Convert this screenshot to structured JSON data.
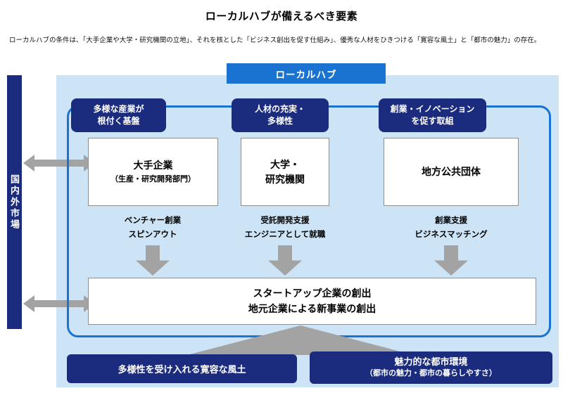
{
  "page": {
    "title": "ローカルハブが備えるべき要素",
    "subtitle": "ローカルハブの条件は、「大手企業や大学・研究機関の立地」、それを核とした「ビジネス創出を促す仕組み」、優秀な人材をひきつける「寛容な風土」と「都市の魅力」の存在。"
  },
  "diagram": {
    "hub_label": "ローカルハブ",
    "market_label": "国内外市場",
    "columns": [
      {
        "tag_line1": "多様な産業が",
        "tag_line2": "根付く基盤",
        "entity_line1": "大手企業",
        "entity_line2": "（生産・研究開発部門）",
        "flow_line1": "ベンチャー創業",
        "flow_line2": "スピンアウト"
      },
      {
        "tag_line1": "人材の充実・",
        "tag_line2": "多様性",
        "entity_line1": "大学・",
        "entity_line2": "研究機関",
        "flow_line1": "受託開発支援",
        "flow_line2": "エンジニアとして就職"
      },
      {
        "tag_line1": "創業・イノベーション",
        "tag_line2": "を促す取組",
        "entity_line1": "地方公共団体",
        "entity_line2": "",
        "flow_line1": "創業支援",
        "flow_line2": "ビジネスマッチング"
      }
    ],
    "outcome_line1": "スタートアップ企業の創出",
    "outcome_line2": "地元企業による新事業の創出",
    "foundations": {
      "left": "多様性を受け入れる寛容な風土",
      "right_line1": "魅力的な都市環境",
      "right_line2": "（都市の魅力・都市の暮らしやすさ）"
    }
  },
  "colors": {
    "accent_blue": "#1a73d1",
    "navy": "#1b2c7f",
    "panel_blue": "#cde4f6",
    "arrow_gray": "#a3a3a3"
  }
}
